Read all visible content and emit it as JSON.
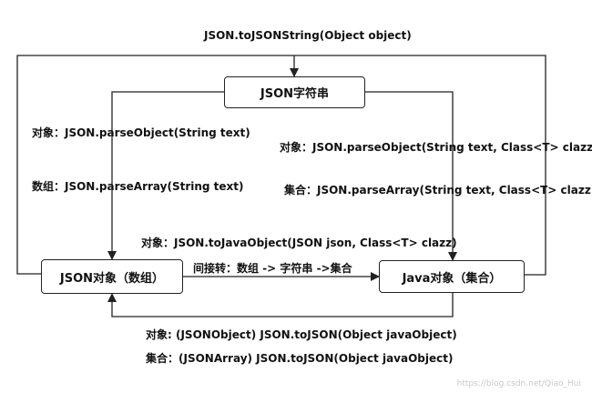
{
  "nodes": {
    "json_string": "JSON字符串",
    "json_object": "JSON对象（数组）",
    "java_object": "Java对象（集合）"
  },
  "edges": {
    "to_json_string": "JSON.toJSONString(Object object)",
    "parse_object": "对象：JSON.parseObject(String text)",
    "parse_array": "数组：JSON.parseArray(String text)",
    "parse_object_class": "对象：JSON.parseObject(String text, Class<T> clazz)",
    "parse_array_class": "集合：JSON.parseArray(String text, Class<T> clazz)",
    "to_java_object": "对象：JSON.toJavaObject(JSON json, Class<T> clazz)",
    "indirect": "间接转：数组 -> 字符串 ->集合",
    "to_json_object": "对象: (JSONObject) JSON.toJSON(Object javaObject)",
    "to_json_array": "集合：(JSONArray) JSON.toJSON(Object javaObject)"
  },
  "watermark": "https://blog.csdn.net/Qiao_Hui"
}
